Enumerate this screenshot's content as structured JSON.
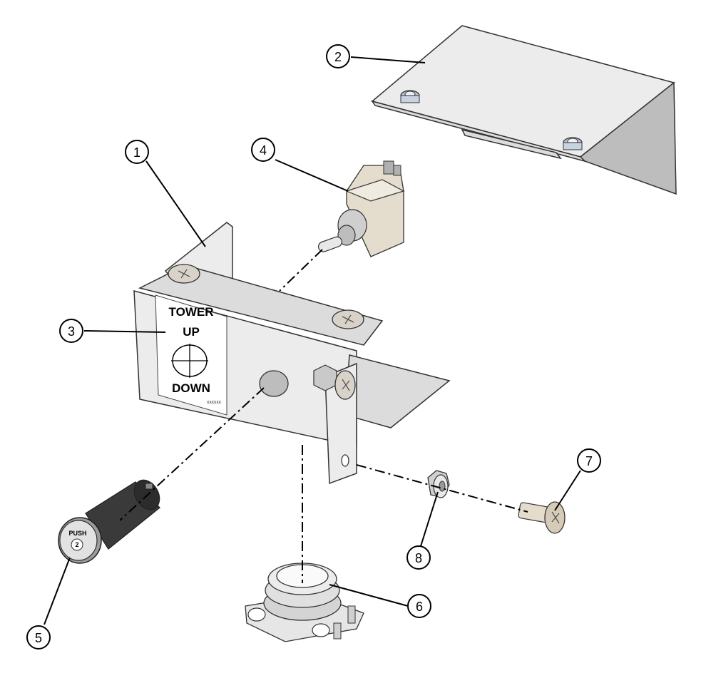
{
  "label": {
    "line1": "TOWER",
    "line2": "UP",
    "line3": "DOWN",
    "part_code": "XXXXXX"
  },
  "pushbutton": {
    "line1": "PUSH",
    "line2": "2"
  },
  "callouts": [
    {
      "id": "1",
      "text": "1"
    },
    {
      "id": "2",
      "text": "2"
    },
    {
      "id": "3",
      "text": "3"
    },
    {
      "id": "4",
      "text": "4"
    },
    {
      "id": "5",
      "text": "5"
    },
    {
      "id": "6",
      "text": "6"
    },
    {
      "id": "7",
      "text": "7"
    },
    {
      "id": "8",
      "text": "8"
    }
  ]
}
